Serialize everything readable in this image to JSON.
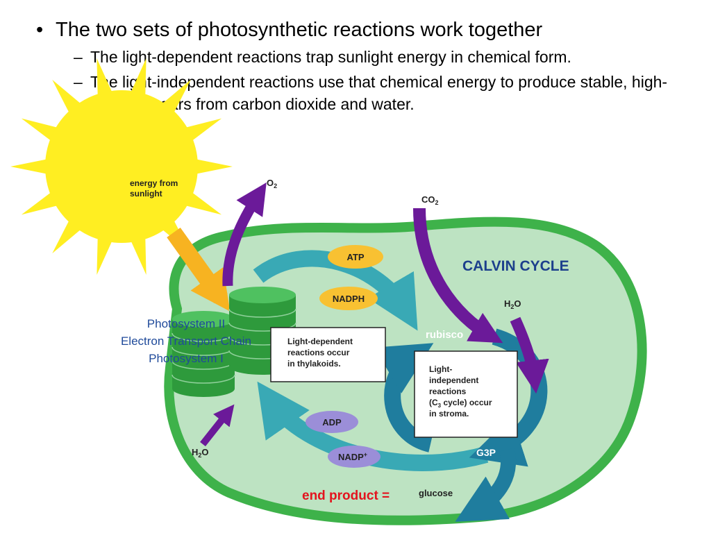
{
  "slide": {
    "bullet": "The two sets of photosynthetic reactions work together",
    "subbullets": [
      "The light-dependent reactions trap sunlight energy in chemical form.",
      "The light-independent reactions use that chemical energy to produce stable, high-energy sugars from carbon dioxide and water."
    ]
  },
  "diagram": {
    "sun_label_line1": "energy from",
    "sun_label_line2": "sunlight",
    "o2": "O",
    "o2_sub": "2",
    "co2": "CO",
    "co2_sub": "2",
    "h2o_top": "H",
    "h2o_top_sub": "2",
    "h2o_top_end": "O",
    "h2o_bottom": "H",
    "h2o_bottom_sub": "2",
    "h2o_bottom_end": "O",
    "calvin_cycle": "CALVIN CYCLE",
    "atp": "ATP",
    "nadph": "NADPH",
    "adp": "ADP",
    "nadp": "NADP",
    "nadp_sup": "+",
    "rubisco": "rubisco",
    "g3p": "G3P",
    "thylakoid_labels": [
      "Photosystem II",
      "Electron Transport Chain",
      "Photosystem I"
    ],
    "light_box": [
      "Light-dependent",
      "reactions occur",
      "in thylakoids."
    ],
    "stroma_box_line1": "Light-",
    "stroma_box_line2": "independent",
    "stroma_box_line3": "reactions",
    "stroma_box_line4a": "(C",
    "stroma_box_line4sub": "3",
    "stroma_box_line4b": " cycle) occur",
    "stroma_box_line5": "in stroma.",
    "end_product": "end product =",
    "glucose": "glucose",
    "colors": {
      "stroma": "#bde3c2",
      "membrane": "#3eb24a",
      "thylakoid": "#2e9a3c",
      "arrow_teal": "#39a9b5",
      "cycle_blue": "#1f7d9e",
      "purple": "#6b1a99",
      "sun": "#ffee22",
      "sun_arrow": "#f7b321",
      "pill_yellow": "#f8c132",
      "pill_lavender": "#9b8ed8",
      "calvin_text": "#1c3f8c",
      "thylakoid_text": "#1f4a9a",
      "end_product": "#e3141e"
    }
  }
}
